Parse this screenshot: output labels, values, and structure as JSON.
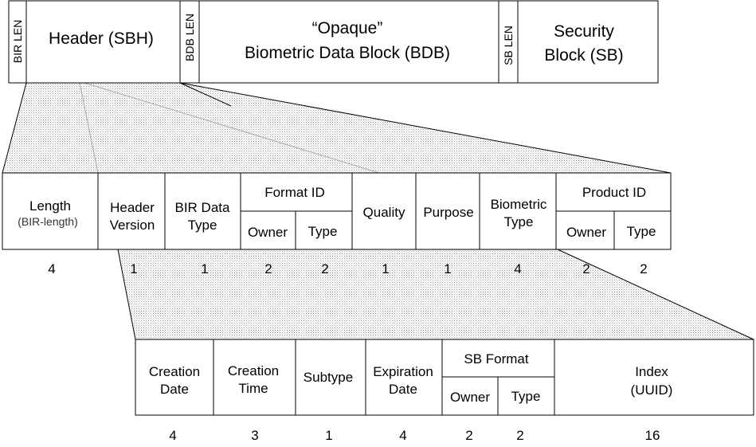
{
  "top_row": {
    "bir_len": "BIR LEN",
    "header": "Header (SBH)",
    "bdb_len": "BDB LEN",
    "bdb_line1": "“Opaque”",
    "bdb_line2": "Biometric Data Block (BDB)",
    "sb_len": "SB LEN",
    "sb_line1": "Security",
    "sb_line2": "Block (SB)"
  },
  "header_fields": {
    "length": "Length",
    "length_sub": "(BIR-length)",
    "header_version_1": "Header",
    "header_version_2": "Version",
    "bir_data_type_1": "BIR Data",
    "bir_data_type_2": "Type",
    "format_id": "Format ID",
    "format_owner": "Owner",
    "format_type": "Type",
    "quality": "Quality",
    "purpose": "Purpose",
    "biometric_type_1": "Biometric",
    "biometric_type_2": "Type",
    "product_id": "Product ID",
    "product_owner": "Owner",
    "product_type": "Type"
  },
  "header_sizes": [
    "4",
    "1",
    "1",
    "2",
    "2",
    "1",
    "1",
    "4",
    "2",
    "2"
  ],
  "extended_fields": {
    "creation_date_1": "Creation",
    "creation_date_2": "Date",
    "creation_time_1": "Creation",
    "creation_time_2": "Time",
    "subtype": "Subtype",
    "expiration_date_1": "Expiration",
    "expiration_date_2": "Date",
    "sb_format": "SB Format",
    "sb_owner": "Owner",
    "sb_type": "Type",
    "index_1": "Index",
    "index_2": "(UUID)"
  },
  "extended_sizes": [
    "4",
    "3",
    "1",
    "4",
    "2",
    "2",
    "16"
  ],
  "colors": {
    "stroke": "#000000",
    "shade": "#cfcfcf",
    "background": "#ffffff"
  }
}
